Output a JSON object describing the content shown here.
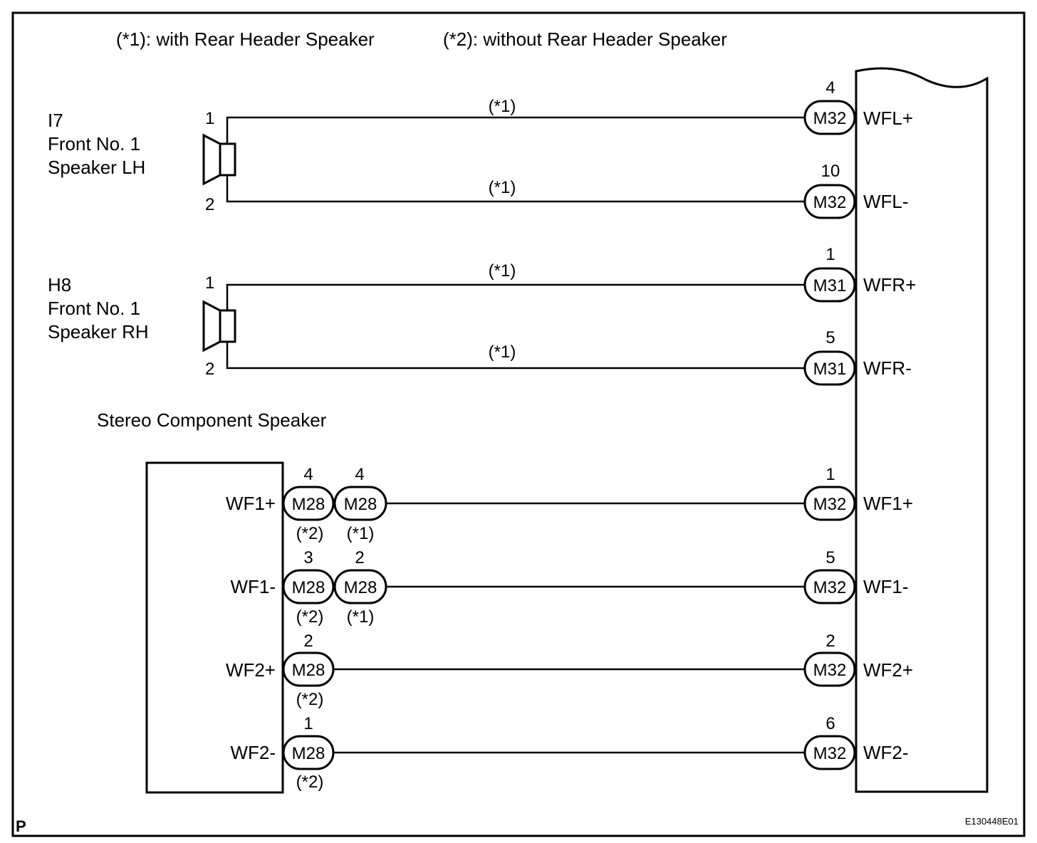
{
  "legend": {
    "note1": "(*1): with Rear Header Speaker",
    "note2": "(*2): without Rear Header Speaker"
  },
  "speaker_lh": {
    "code": "I7",
    "name_line1": "Front No. 1",
    "name_line2": "Speaker LH",
    "pin_top": "1",
    "pin_bottom": "2"
  },
  "speaker_rh": {
    "code": "H8",
    "name_line1": "Front No. 1",
    "name_line2": "Speaker RH",
    "pin_top": "1",
    "pin_bottom": "2"
  },
  "stereo_component": {
    "label": "Stereo Component Speaker",
    "terminals": [
      "WF1+",
      "WF1-",
      "WF2+",
      "WF2-"
    ]
  },
  "wires": {
    "wfl_plus": {
      "note": "(*1)",
      "pin": "4",
      "connector": "M32",
      "terminal": "WFL+"
    },
    "wfl_minus": {
      "note": "(*1)",
      "pin": "10",
      "connector": "M32",
      "terminal": "WFL-"
    },
    "wfr_plus": {
      "note": "(*1)",
      "pin": "1",
      "connector": "M31",
      "terminal": "WFR+"
    },
    "wfr_minus": {
      "note": "(*1)",
      "pin": "5",
      "connector": "M31",
      "terminal": "WFR-"
    },
    "wf1_plus": {
      "c1": {
        "pin": "4",
        "connector": "M28",
        "note": "(*2)"
      },
      "c2": {
        "pin": "4",
        "connector": "M28",
        "note": "(*1)"
      },
      "pin": "1",
      "connector": "M32",
      "terminal": "WF1+"
    },
    "wf1_minus": {
      "c1": {
        "pin": "3",
        "connector": "M28",
        "note": "(*2)"
      },
      "c2": {
        "pin": "2",
        "connector": "M28",
        "note": "(*1)"
      },
      "pin": "5",
      "connector": "M32",
      "terminal": "WF1-"
    },
    "wf2_plus": {
      "c1": {
        "pin": "2",
        "connector": "M28",
        "note": "(*2)"
      },
      "pin": "2",
      "connector": "M32",
      "terminal": "WF2+"
    },
    "wf2_minus": {
      "c1": {
        "pin": "1",
        "connector": "M28",
        "note": "(*2)"
      },
      "pin": "6",
      "connector": "M32",
      "terminal": "WF2-"
    }
  },
  "footer": {
    "left_mark": "P",
    "figure_code": "E130448E01"
  }
}
